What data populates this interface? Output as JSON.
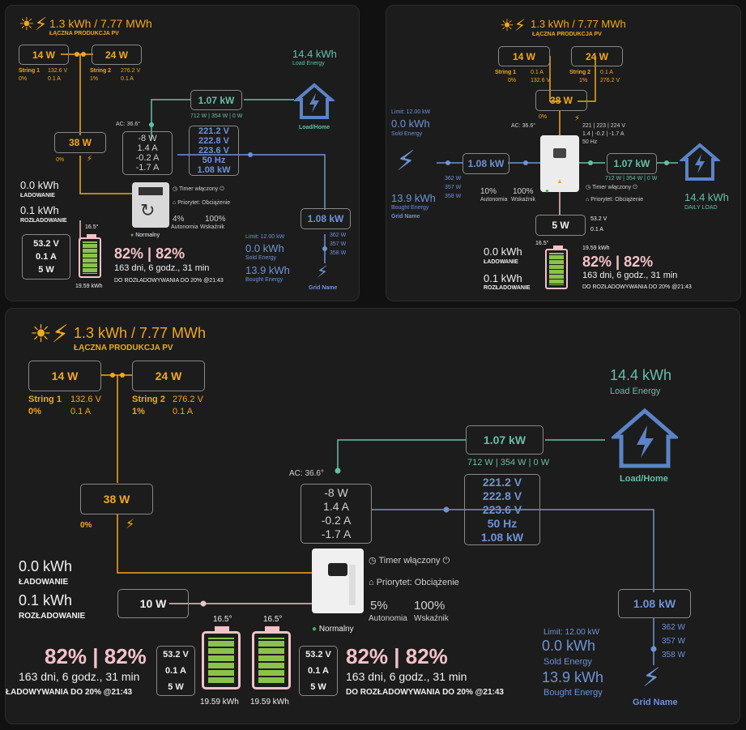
{
  "pv": {
    "title": "1.3 kWh / 7.77 MWh",
    "subtitle": "ŁĄCZNA PRODUKCJA PV",
    "total_power": "38 W",
    "string1": {
      "power": "14 W",
      "name": "String 1",
      "voltage": "132.6 V",
      "pct": "0%",
      "current": "0.1 A"
    },
    "string2": {
      "power": "24 W",
      "name": "String 2",
      "voltage": "276.2 V",
      "pct": "1%",
      "current": "0.1 A"
    },
    "pv_pct": "0%"
  },
  "load": {
    "energy": "14.4 kWh",
    "energy_label": "Load Energy",
    "name": "Load/Home",
    "daily_label": "DAILY LOAD",
    "power": "1.07 kW",
    "phases": "712 W | 354 W | 0 W"
  },
  "inverter": {
    "ac_temp": "AC: 36.6°",
    "power": "-8 W",
    "current1": "1.4 A",
    "current2": "-0.2 A",
    "current3": "-1.7 A",
    "v1": "221.2 V",
    "v2": "222.8 V",
    "v3": "223.6 V",
    "freq": "50 Hz",
    "out_power": "1.08 kW",
    "status": "Normalny",
    "timer": "Timer włączony",
    "priority": "Priorytet: Obciążenie",
    "autonomia_pct": "4%",
    "autonomia_pct_mid": "10%",
    "autonomia_pct_large": "5%",
    "autonomia_label": "Autonomia",
    "wskaznik_pct": "100%",
    "wskaznik_label": "Wskaźnik",
    "mid_volts": "221 | 223 | 224 V",
    "mid_amps": "1.4 | -0.2 | -1.7 A",
    "mid_freq": "50 Hz"
  },
  "battery": {
    "charge": "0.0 kWh",
    "charge_label": "ŁADOWANIE",
    "discharge": "0.1 kWh",
    "discharge_label": "ROZŁADOWANIE",
    "voltage": "53.2 V",
    "current": "0.1 A",
    "power": "5 W",
    "power_large": "10 W",
    "temp": "16.5°",
    "capacity": "19.59 kWh",
    "soc": "82% | 82%",
    "runtime": "163 dni, 6 godz., 31 min",
    "until": "DO ROZŁADOWYWANIA DO 20% @21:43",
    "until_clipped": "ŁADOWYWANIA DO 20% @21:43"
  },
  "grid": {
    "power": "1.08 kW",
    "p1": "362 W",
    "p2": "357 W",
    "p3": "358 W",
    "limit": "Limit: 12.00 kW",
    "sold": "0.0 kWh",
    "sold_label": "Sold Energy",
    "bought": "13.9 kWh",
    "bought_label": "Bought Energy",
    "name": "Grid Name"
  },
  "colors": {
    "pv": "#f2a81d",
    "load": "#66bfa8",
    "grid": "#6f93d6",
    "battery": "#f3c2c8",
    "background": "#111111",
    "card": "#1c1c1c"
  }
}
